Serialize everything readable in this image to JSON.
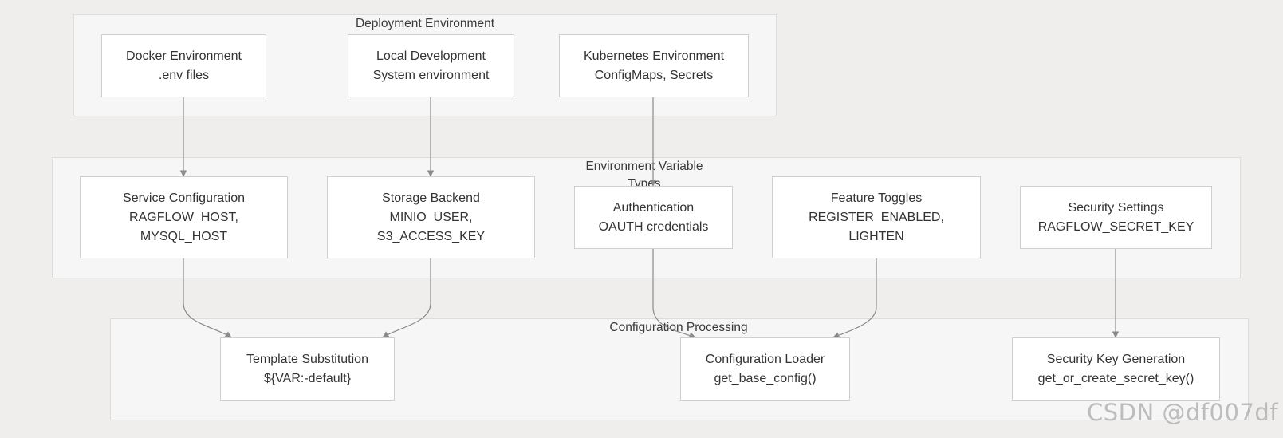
{
  "clusters": {
    "deployment": {
      "title": "Deployment Environment"
    },
    "env_types": {
      "title": "Environment Variable Types"
    },
    "processing": {
      "title": "Configuration Processing"
    }
  },
  "nodes": {
    "docker": {
      "line1": "Docker Environment",
      "line2": ".env files"
    },
    "local": {
      "line1": "Local Development",
      "line2": "System environment"
    },
    "k8s": {
      "line1": "Kubernetes Environment",
      "line2": "ConfigMaps, Secrets"
    },
    "service": {
      "line1": "Service Configuration",
      "line2": "RAGFLOW_HOST,",
      "line3": "MYSQL_HOST"
    },
    "storage": {
      "line1": "Storage Backend",
      "line2": "MINIO_USER,",
      "line3": "S3_ACCESS_KEY"
    },
    "auth": {
      "line1": "Authentication",
      "line2": "OAUTH credentials"
    },
    "features": {
      "line1": "Feature Toggles",
      "line2": "REGISTER_ENABLED,",
      "line3": "LIGHTEN"
    },
    "security": {
      "line1": "Security Settings",
      "line2": "RAGFLOW_SECRET_KEY"
    },
    "template": {
      "line1": "Template Substitution",
      "line2": "${VAR:-default}"
    },
    "loader": {
      "line1": "Configuration Loader",
      "line2": "get_base_config()"
    },
    "keygen": {
      "line1": "Security Key Generation",
      "line2": "get_or_create_secret_key()"
    }
  },
  "watermark": "CSDN @df007df",
  "colors": {
    "background": "#efeeec",
    "cluster_fill": "#f6f6f6",
    "node_fill": "#ffffff",
    "edge": "#8a8a8a"
  }
}
